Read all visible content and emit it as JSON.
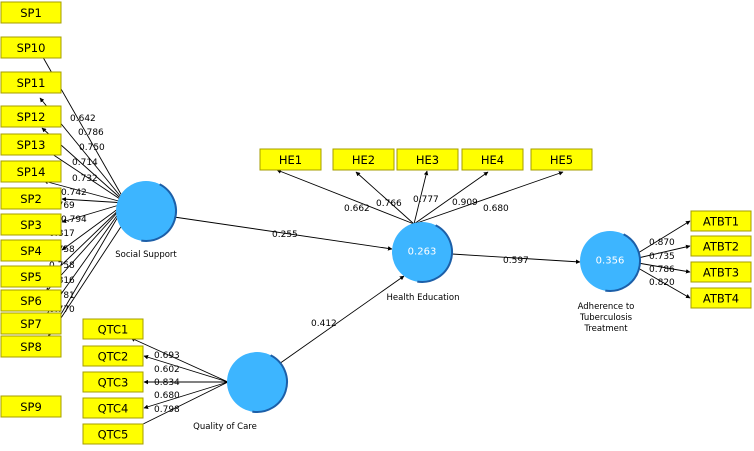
{
  "latents": {
    "social_support": {
      "name": "Social Support",
      "r2": ""
    },
    "quality_of_care": {
      "name": "Quality of Care",
      "r2": ""
    },
    "health_education": {
      "name": "Health Education",
      "r2": "0.263"
    },
    "adherence": {
      "name_lines": [
        "Adherence to",
        "Tuberculosis",
        "Treatment"
      ],
      "r2": "0.356"
    }
  },
  "indicators": {
    "social_support": [
      {
        "label": "SP1",
        "loading": ""
      },
      {
        "label": "SP10",
        "loading": "0.642"
      },
      {
        "label": "SP11",
        "loading": "0.786"
      },
      {
        "label": "SP12",
        "loading": "0.750"
      },
      {
        "label": "SP13",
        "loading": "0.714"
      },
      {
        "label": "SP14",
        "loading": "0.732"
      },
      {
        "label": "SP2",
        "loading": "0.742"
      },
      {
        "label": "SP3",
        "loading": "0.769"
      },
      {
        "label": "SP4",
        "loading": "0.794"
      },
      {
        "label": "SP5",
        "loading": "0.817"
      },
      {
        "label": "SP6",
        "loading": "0.758"
      },
      {
        "label": "SP7",
        "loading": "0.758"
      },
      {
        "label": "SP8",
        "loading": "0.816"
      },
      {
        "label": "SP9",
        "loading": "0.781"
      }
    ],
    "social_support_extra_loading": "0.770",
    "quality_of_care": [
      {
        "label": "QTC1",
        "loading": "0.693"
      },
      {
        "label": "QTC2",
        "loading": "0.602"
      },
      {
        "label": "QTC3",
        "loading": "0.834"
      },
      {
        "label": "QTC4",
        "loading": "0.680"
      },
      {
        "label": "QTC5",
        "loading": "0.798"
      }
    ],
    "health_education": [
      {
        "label": "HE1",
        "loading": "0.662"
      },
      {
        "label": "HE2",
        "loading": "0.766"
      },
      {
        "label": "HE3",
        "loading": "0.777"
      },
      {
        "label": "HE4",
        "loading": "0.909"
      },
      {
        "label": "HE5",
        "loading": "0.680"
      }
    ],
    "adherence": [
      {
        "label": "ATBT1",
        "loading": "0.870"
      },
      {
        "label": "ATBT2",
        "loading": "0.735"
      },
      {
        "label": "ATBT3",
        "loading": "0.786"
      },
      {
        "label": "ATBT4",
        "loading": "0.820"
      }
    ]
  },
  "paths": {
    "ss_he": "0.255",
    "qc_he": "0.412",
    "he_ad": "0.597"
  },
  "colors": {
    "indicator_fill": "#ffff00",
    "latent_fill": "#3db5ff"
  }
}
